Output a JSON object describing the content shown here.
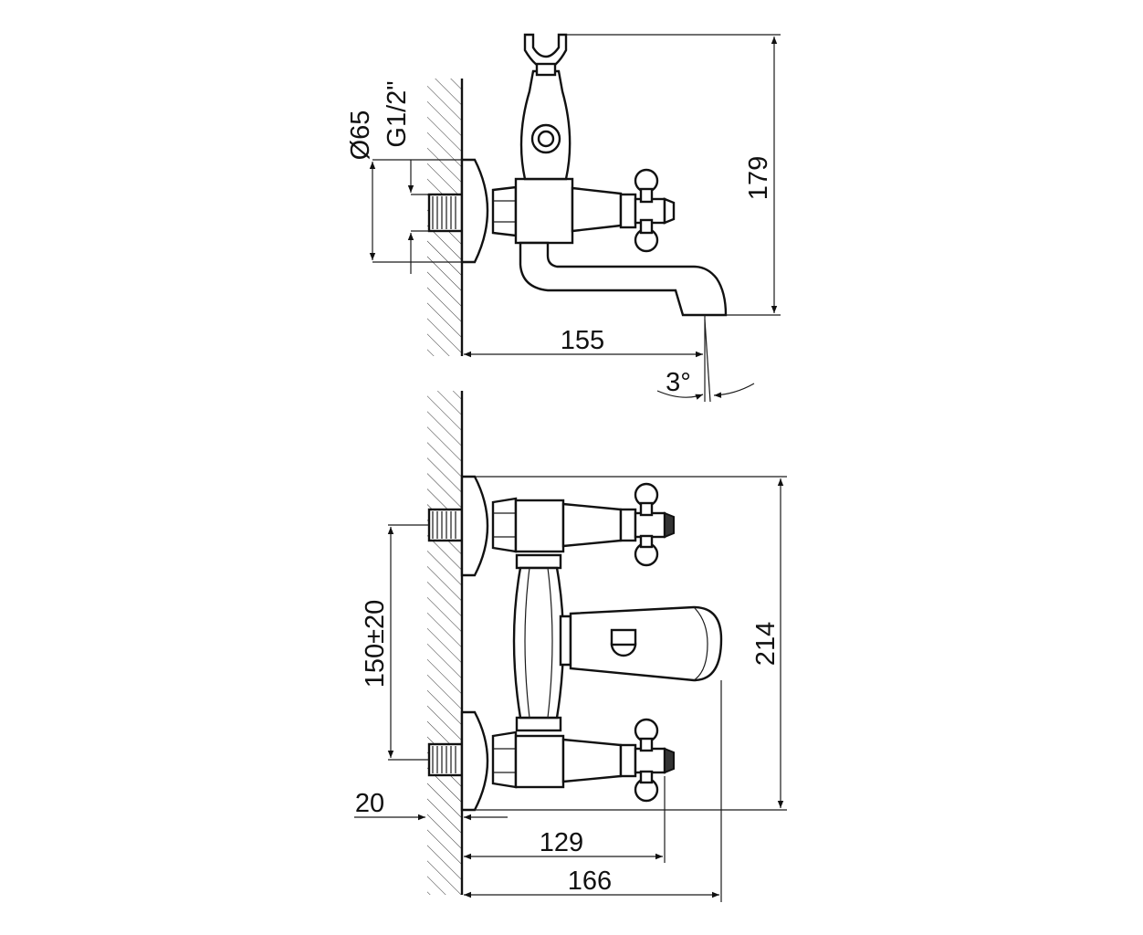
{
  "dimensions": {
    "diameter": "Ø65",
    "thread": "G1/2\"",
    "height_top": "179",
    "width_top": "155",
    "angle": "3°",
    "spacing": "150±20",
    "height_front": "214",
    "offset": "20",
    "depth_handle": "129",
    "depth_total": "166"
  }
}
